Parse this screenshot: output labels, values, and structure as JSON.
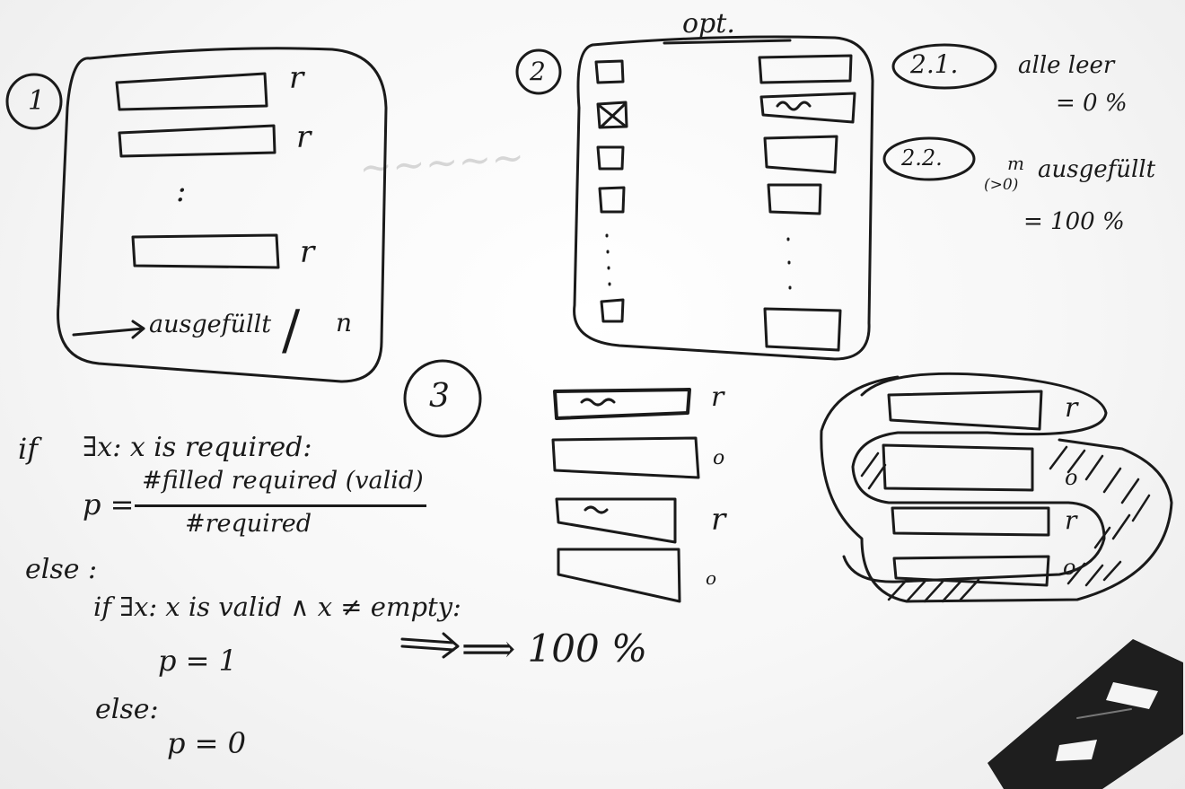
{
  "board": {
    "section1": {
      "number": "1",
      "field_marks": [
        "r",
        "r",
        "r"
      ],
      "ellipsis": ":",
      "footer_arrow_text": "ausgefüllt",
      "footer_slash": "/",
      "footer_n": "n"
    },
    "section2": {
      "number": "2",
      "header": "opt.",
      "case_a": {
        "label": "2.1.",
        "line1": "alle leer",
        "line2": "= 0 %"
      },
      "case_b": {
        "label": "2.2.",
        "prefix_top": "m",
        "prefix_bottom": "(>0)",
        "line1": "ausgefüllt",
        "line2": "= 100 %"
      }
    },
    "section3": {
      "number": "3",
      "left_marks": [
        "r",
        "o",
        "r",
        "o"
      ],
      "right_marks": [
        "r",
        "o",
        "r",
        "o"
      ]
    },
    "formula": {
      "line1_if": "if",
      "line1_cond": "∃x: x is required:",
      "p_label": "p =",
      "numerator": "#filled required (valid)",
      "denominator": "#required",
      "else1": "else :",
      "line2_cond": "if ∃x: x is valid ∧ x ≠ empty:",
      "p_one": "p = 1",
      "arrow_result": "⟹ 100 %",
      "else2": "else:",
      "p_zero": "p = 0"
    },
    "eraser": {
      "color": "#1e1e1e"
    }
  }
}
